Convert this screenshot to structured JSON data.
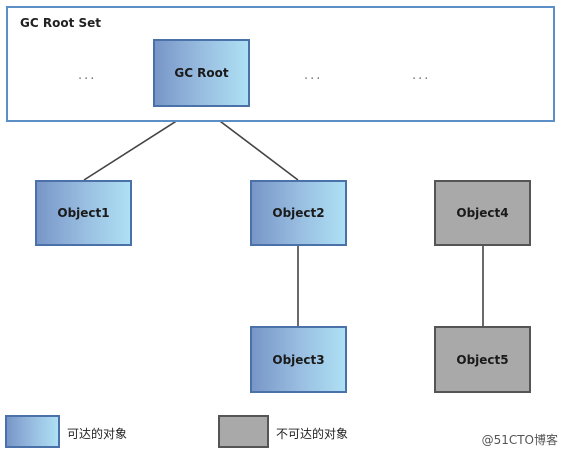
{
  "root_set": {
    "label": "GC Root Set",
    "ellipsis": [
      "...",
      "...",
      "..."
    ]
  },
  "nodes": {
    "gc_root": "GC Root",
    "object1": "Object1",
    "object2": "Object2",
    "object3": "Object3",
    "object4": "Object4",
    "object5": "Object5"
  },
  "legend": {
    "reachable": "可达的对象",
    "unreachable": "不可达的对象"
  },
  "colors": {
    "reachable_border": "#4a72a8",
    "reachable_fill_start": "#7896c8",
    "reachable_fill_end": "#aee0f4",
    "unreachable_fill": "#a9a9a9",
    "root_set_border": "#5b8fc6"
  },
  "watermark": "@51CTO博客"
}
